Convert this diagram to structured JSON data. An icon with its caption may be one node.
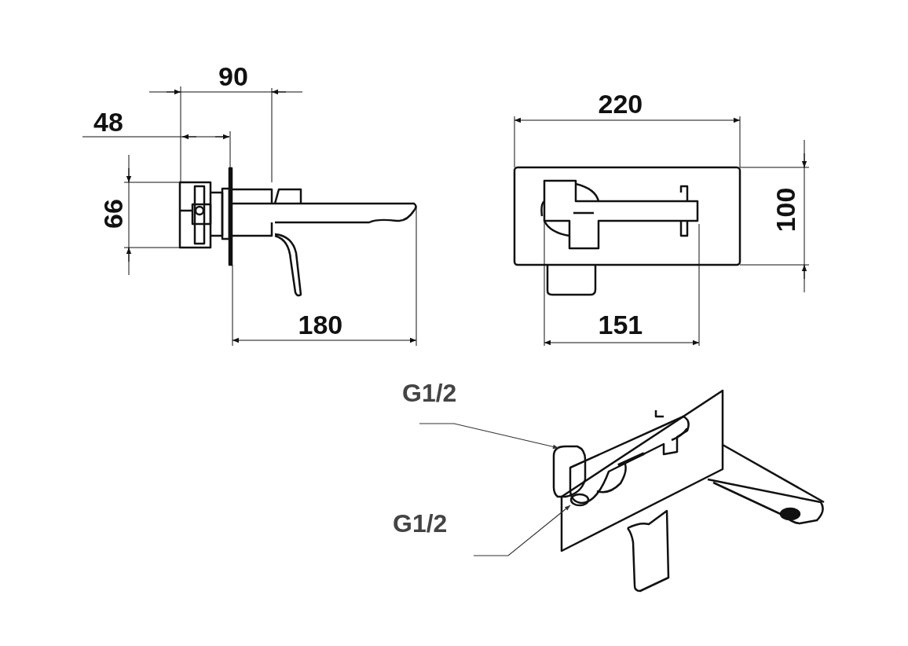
{
  "diagram": {
    "nodes": [
      {
        "text": [
          "G1/2"
        ]
      },
      {
        "text": [
          "G1/2"
        ]
      }
    ],
    "edges": [
      {
        "from": 0,
        "to": null,
        "arrow": "to"
      },
      {
        "from": 1,
        "to": null,
        "arrow": "to"
      }
    ],
    "labels": [
      "90",
      "220",
      "48",
      "66",
      "100",
      "180",
      "151"
    ]
  }
}
